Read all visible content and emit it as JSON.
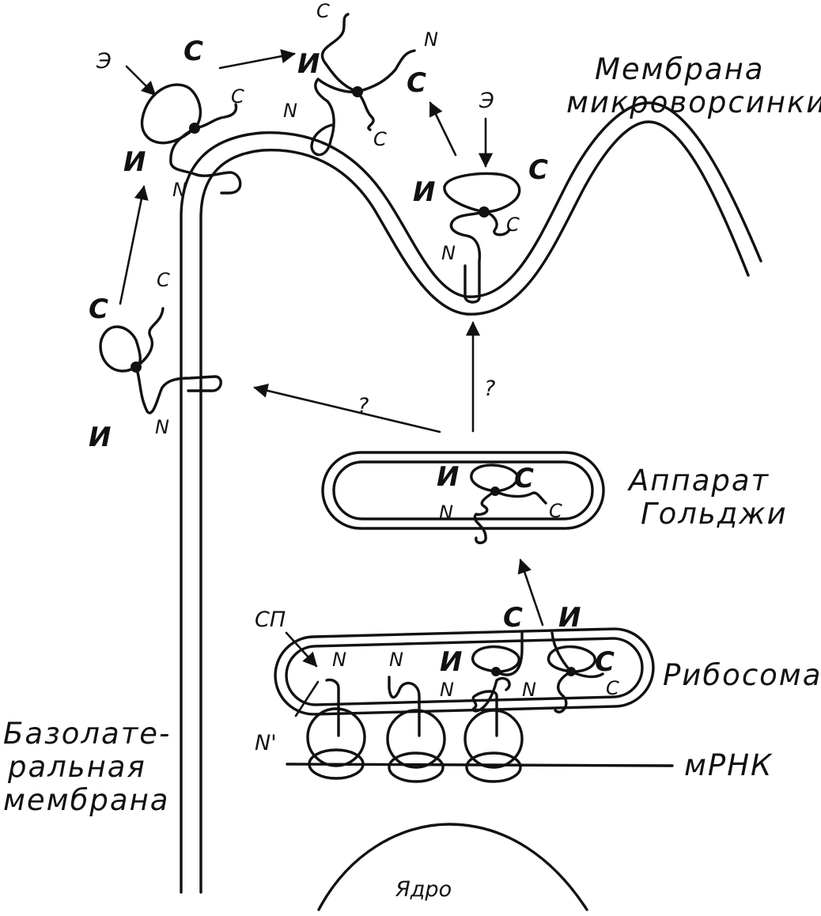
{
  "labels": {
    "microvillus_membrane": [
      "Мембрана",
      "микроворсинки"
    ],
    "golgi": [
      "Аппарат",
      "Гольджи"
    ],
    "ribosome": "Рибосома",
    "mrna": "мРНК",
    "nucleus": "Ядро",
    "basolateral_membrane": [
      "Базолате-",
      "ральная",
      "мембрана"
    ],
    "signal_peptide": "СП",
    "n_prime": "N'",
    "question_mark": "?",
    "enzyme": "Э"
  },
  "domains": {
    "sucrase": "С",
    "isomaltase": "И",
    "n_terminus": "N",
    "c_terminus": "C"
  }
}
